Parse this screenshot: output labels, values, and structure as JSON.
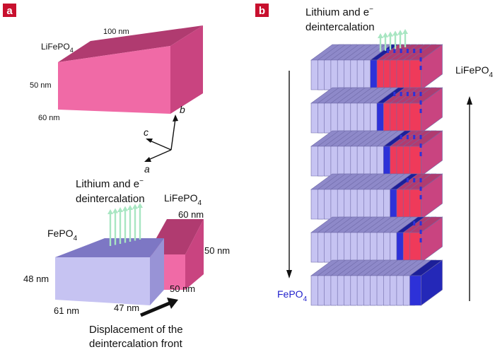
{
  "panel_a": {
    "badge": "a",
    "top_crystal": {
      "label": "LiFePO",
      "label_sub": "4",
      "length": "100 nm",
      "height": "50 nm",
      "width": "60 nm"
    },
    "axes": {
      "b": "b",
      "c": "c",
      "a": "a"
    },
    "bottom": {
      "arrow_caption_line1": "Lithium and e",
      "arrow_caption_sup": "−",
      "arrow_caption_line2": "deintercalation",
      "lfp_label": "LiFePO",
      "lfp_sub": "4",
      "lfp_depth": "60 nm",
      "lfp_height": "50 nm",
      "lfp_length": "50 nm",
      "fp_label": "FePO",
      "fp_sub": "4",
      "fp_height": "48 nm",
      "fp_width": "61 nm",
      "fp_length": "47 nm",
      "front_caption_line1": "Displacement of the",
      "front_caption_line2": "deintercalation front"
    }
  },
  "panel_b": {
    "badge": "b",
    "caption_line1": "Lithium and e",
    "caption_sup": "−",
    "caption_line2": "deintercalation",
    "right_label": "LiFePO",
    "right_sub": "4",
    "left_label": "FePO",
    "left_sub": "4"
  },
  "colors": {
    "badge": "#c8102e",
    "lfp_front": "#f06aa6",
    "lfp_top": "#b03b70",
    "lfp_side": "#c94480",
    "fp_front": "#c6c3f2",
    "fp_top": "#8e89c9",
    "fp_side": "#a7a2df",
    "slice_blue": "#2d31d8",
    "slice_red": "#ef3a5a",
    "arrow_green": "#a8e6c2",
    "blue_text": "#2222cc"
  }
}
